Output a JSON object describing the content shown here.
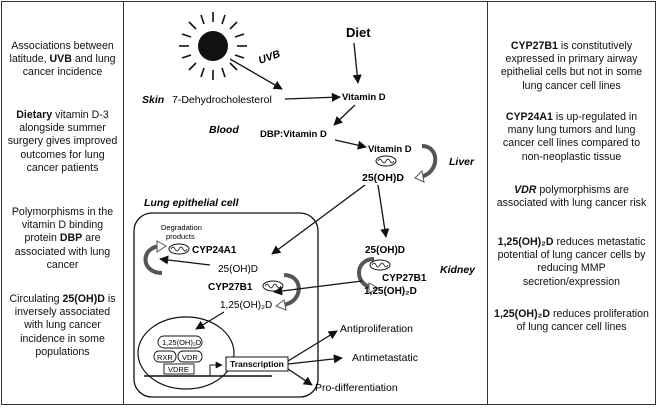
{
  "left_panel": {
    "p1": {
      "a": "Associations between latitude,",
      "b": "UVB",
      "c": "and lung cancer incidence"
    },
    "p2": {
      "a": "Dietary",
      "b": "vitamin D-3 alongside summer surgery gives improved outcomes for lung cancer patients"
    },
    "p3": {
      "a": "Polymorphisms in the vitamin D binding protein",
      "b": "DBP",
      "c": "are associated with lung cancer"
    },
    "p4": {
      "a": "Circulating",
      "b": "25(OH)D",
      "c": "is inversely associated with lung cancer incidence in some populations"
    }
  },
  "diagram": {
    "uvb": "UVB",
    "diet": "Diet",
    "skin": "Skin",
    "dehydro": "7-Dehydrocholesterol",
    "vitd1": "Vitamin D",
    "blood": "Blood",
    "dbp_vitd": "DBP:Vitamin D",
    "vitd2": "Vitamin D",
    "liver": "Liver",
    "ohd_liver": "25(OH)D",
    "lung_cell": "Lung epithelial cell",
    "degradation1": "Degradation",
    "degradation2": "products",
    "cyp24a1": "CYP24A1",
    "ohd_cell": "25(OH)D",
    "cyp27b1_cell": "CYP27B1",
    "calcitriol_cell": "1,25(OH)₂D",
    "calcitriol_nucleus": "1,25(OH)₂D",
    "rxr": "RXR",
    "vdr": "VDR",
    "vdre": "VDRE",
    "transcription": "Transcription",
    "ohd_kidney": "25(OH)D",
    "cyp27b1_kidney": "CYP27B1",
    "calcitriol_kidney": "1,25(OH)₂D",
    "kidney": "Kidney",
    "antiproliferation": "Antiproliferation",
    "antimetastatic": "Antimetastatic",
    "prodifferentiation": "Pro-differentiation"
  },
  "right_panel": {
    "p1": {
      "a": "CYP27B1",
      "b": "is constitutively expressed in primary airway epithelial cells but not in some lung cancer cell lines"
    },
    "p2": {
      "a": "CYP24A1",
      "b": "is up-regulated in many lung tumors and lung cancer cell lines compared to non-neoplastic tissue"
    },
    "p3": {
      "a": "VDR",
      "b": "polymorphisms are associated with lung cancer risk"
    },
    "p4": {
      "a": "1,25(OH)₂D",
      "b": "reduces metastatic potential of lung cancer cells by reducing MMP secretion/expression"
    },
    "p5": {
      "a": "1,25(OH)₂D",
      "b": "reduces proliferation of lung cancer cell lines"
    }
  }
}
